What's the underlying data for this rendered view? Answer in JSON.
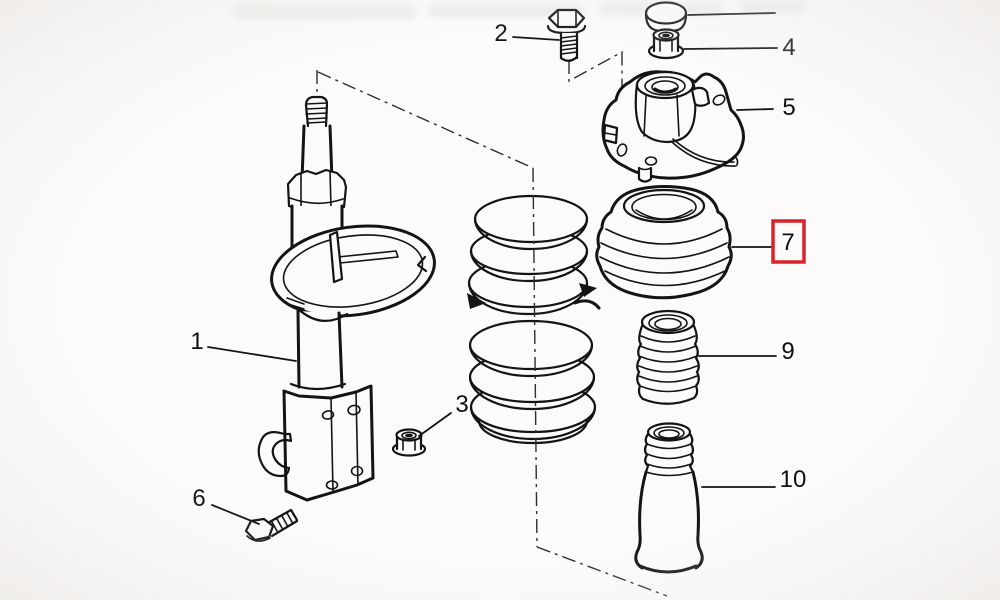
{
  "diagram": {
    "kind": "exploded-parts-diagram",
    "subject": "suspension strut assembly line drawing",
    "highlighted_callout": "7",
    "colors": {
      "line": "#141414",
      "highlight_box": "#d8232a",
      "background": "#fcfbfa"
    },
    "callouts": [
      {
        "id": "strut-damper",
        "label": "1",
        "highlighted": false
      },
      {
        "id": "upper-hex-bolt",
        "label": "2",
        "highlighted": false
      },
      {
        "id": "flange-nut",
        "label": "3",
        "highlighted": false
      },
      {
        "id": "top-mount-nut",
        "label": "4",
        "highlighted": false
      },
      {
        "id": "strut-top-mount",
        "label": "5",
        "highlighted": false
      },
      {
        "id": "bracket-hex-bolt",
        "label": "6",
        "highlighted": false
      },
      {
        "id": "dust-boot",
        "label": "7",
        "highlighted": true
      },
      {
        "id": "bump-stop",
        "label": "9",
        "highlighted": false
      },
      {
        "id": "protection-tube",
        "label": "10",
        "highlighted": false
      }
    ]
  }
}
